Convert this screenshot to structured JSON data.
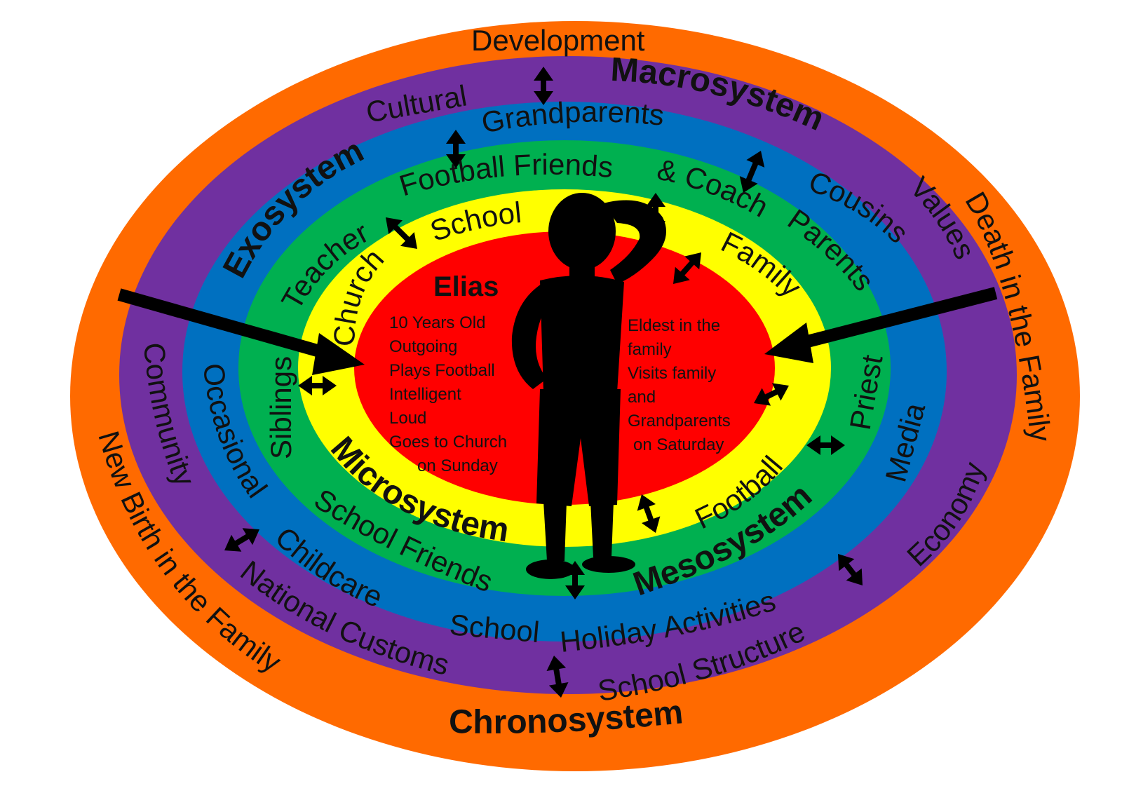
{
  "center": {
    "name": "Elias",
    "left_traits": [
      "10 Years Old",
      "Outgoing",
      "Plays Football",
      "Intelligent",
      "Loud",
      "Goes to Church",
      "on Sunday"
    ],
    "right_traits": [
      "Eldest in the",
      "family",
      "Visits family",
      "and",
      "Grandparents",
      "on Saturday"
    ]
  },
  "systems": {
    "micro": "Microsystem",
    "meso": "Mesosystem",
    "exo": "Exosystem",
    "macro": "Macrosystem",
    "chrono": "Chronosystem"
  },
  "micro_items": {
    "school": "School",
    "church": "Church",
    "family": "Family",
    "siblings": "Siblings",
    "priest": "Priest",
    "football": "Football"
  },
  "meso_items": {
    "football_friends": "Football Friends",
    "amp_coach": "& Coach",
    "teacher": "Teacher",
    "parents": "Parents",
    "school_friends": "School Friends"
  },
  "exo_items": {
    "grandparents": "Grandparents",
    "cousins": "Cousins",
    "occasional": "Occasional",
    "childcare": "Childcare",
    "school": "School",
    "holiday_activities": "Holiday Activities",
    "media": "Media"
  },
  "macro_items": {
    "cultural": "Cultural",
    "values": "Values",
    "community": "Community",
    "national_customs": "National Customs",
    "school_structure": "School Structure",
    "economy": "Economy"
  },
  "chrono_items": {
    "development": "Development",
    "death": "Death in the Family",
    "new_birth": "New Birth in the Family"
  },
  "colors": {
    "chrono": "#ff6a00",
    "macro": "#7030a0",
    "exo": "#0070c0",
    "meso": "#00b050",
    "micro": "#ffff00",
    "center": "#ff0000",
    "silhouette": "#000000"
  },
  "icons": [
    "double-arrow-icon",
    "pointer-arrow-icon",
    "child-silhouette-icon"
  ]
}
